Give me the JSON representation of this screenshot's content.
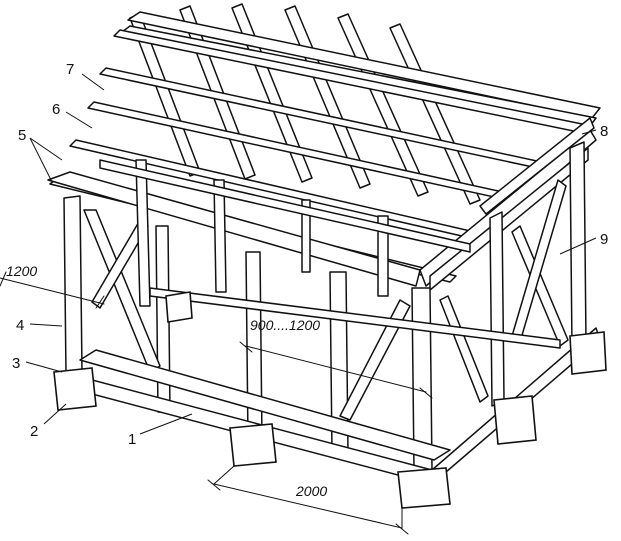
{
  "labels": {
    "l1": "1",
    "l2": "2",
    "l3": "3",
    "l4": "4",
    "l5": "5",
    "l6": "6",
    "l7": "7",
    "l8": "8",
    "l9": "9"
  },
  "dimensions": {
    "d1200": "1200",
    "d900": "900....1200",
    "d2000": "2000"
  }
}
